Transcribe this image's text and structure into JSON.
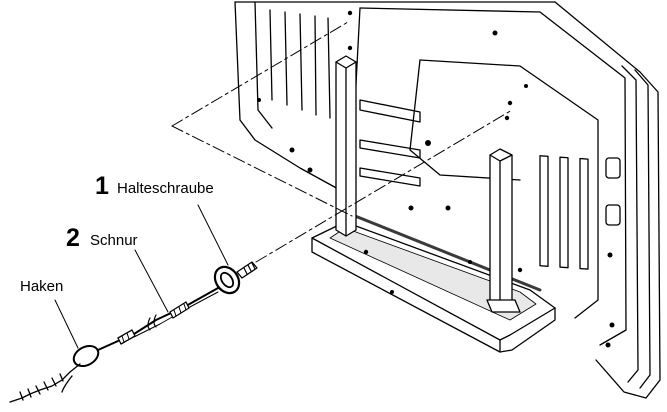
{
  "labels": {
    "screw_number": "1",
    "screw_label": "Halteschraube",
    "cord_number": "2",
    "cord_label": "Schnur",
    "hook_label": "Haken"
  },
  "colors": {
    "line": "#000000",
    "background": "#ffffff",
    "stand_dark": "#3a3a3a"
  }
}
